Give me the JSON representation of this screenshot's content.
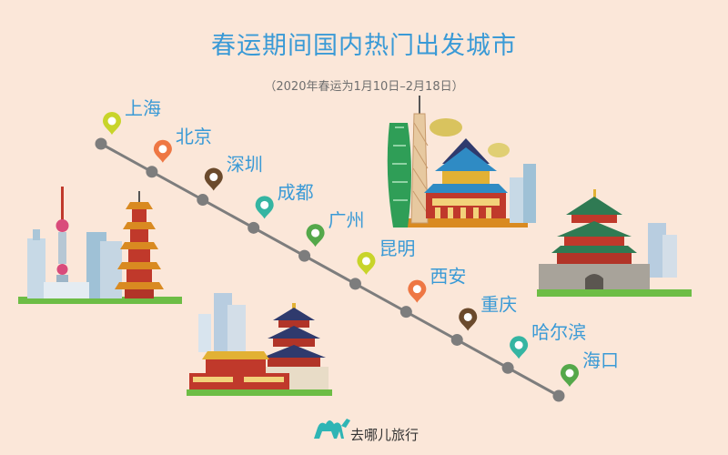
{
  "title": "春运期间国内热门出发城市",
  "subtitle": "（2020年春运为1月10日–2月18日）",
  "brand": "去哪儿旅行",
  "cities": [
    {
      "rank": 1,
      "name": "上海",
      "pin_color": "#c8d42a"
    },
    {
      "rank": 2,
      "name": "北京",
      "pin_color": "#ee7744"
    },
    {
      "rank": 3,
      "name": "深圳",
      "pin_color": "#6b4a2c"
    },
    {
      "rank": 4,
      "name": "成都",
      "pin_color": "#35b5a2"
    },
    {
      "rank": 5,
      "name": "广州",
      "pin_color": "#54a84a"
    },
    {
      "rank": 6,
      "name": "昆明",
      "pin_color": "#c8d42a"
    },
    {
      "rank": 7,
      "name": "西安",
      "pin_color": "#ee7744"
    },
    {
      "rank": 8,
      "name": "重庆",
      "pin_color": "#6b4a2c"
    },
    {
      "rank": 9,
      "name": "哈尔滨",
      "pin_color": "#35b5a2"
    },
    {
      "rank": 10,
      "name": "海口",
      "pin_color": "#54a84a"
    }
  ],
  "colors": {
    "title": "#3a9ad6",
    "line": "#7d7d7d",
    "background": "#fbe7d9",
    "ground": "#6dbd45"
  },
  "icons": [
    "shanghai-skyline-illustration",
    "beijing-temple-illustration",
    "guangzhou-landmark-illustration",
    "xian-bell-tower-illustration",
    "camel-logo-icon"
  ]
}
